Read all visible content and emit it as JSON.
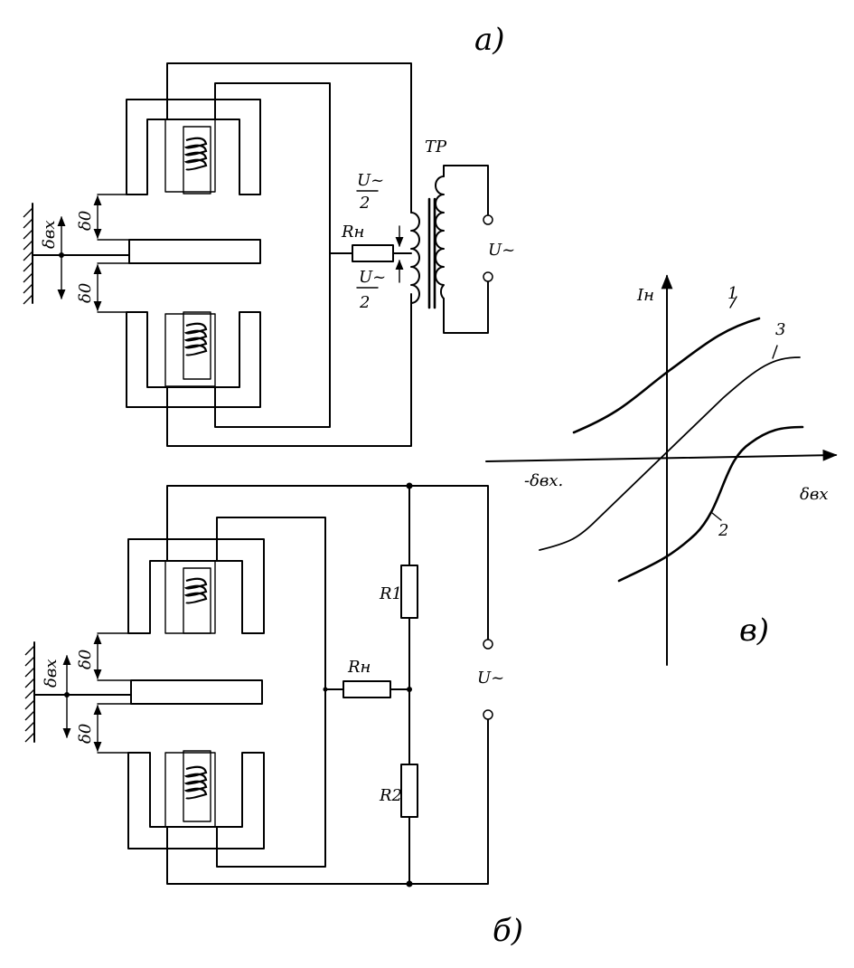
{
  "labels": {
    "panel_a": "а)",
    "panel_b": "б)",
    "panel_c": "в)",
    "transformer": "ТР",
    "u_half": "U~",
    "half": "2",
    "u_supply": "U~",
    "r_load": "Rн",
    "r1": "R1",
    "r2": "R2",
    "delta_in": "δвх",
    "delta_0": "δ0",
    "current_axis": "Iн",
    "x_axis_pos": "δвх",
    "x_axis_neg": "-δвх.",
    "curve_1": "1",
    "curve_2": "2",
    "curve_3": "3"
  },
  "chart_data": {
    "type": "line",
    "xlabel": "δвх",
    "xlabel_negative": "-δвх.",
    "ylabel": "Iн",
    "series": [
      {
        "name": "1",
        "shape": "s-curve",
        "offset": "positive"
      },
      {
        "name": "2",
        "shape": "s-curve",
        "offset": "negative"
      },
      {
        "name": "3",
        "shape": "s-curve",
        "offset": "none"
      }
    ]
  }
}
